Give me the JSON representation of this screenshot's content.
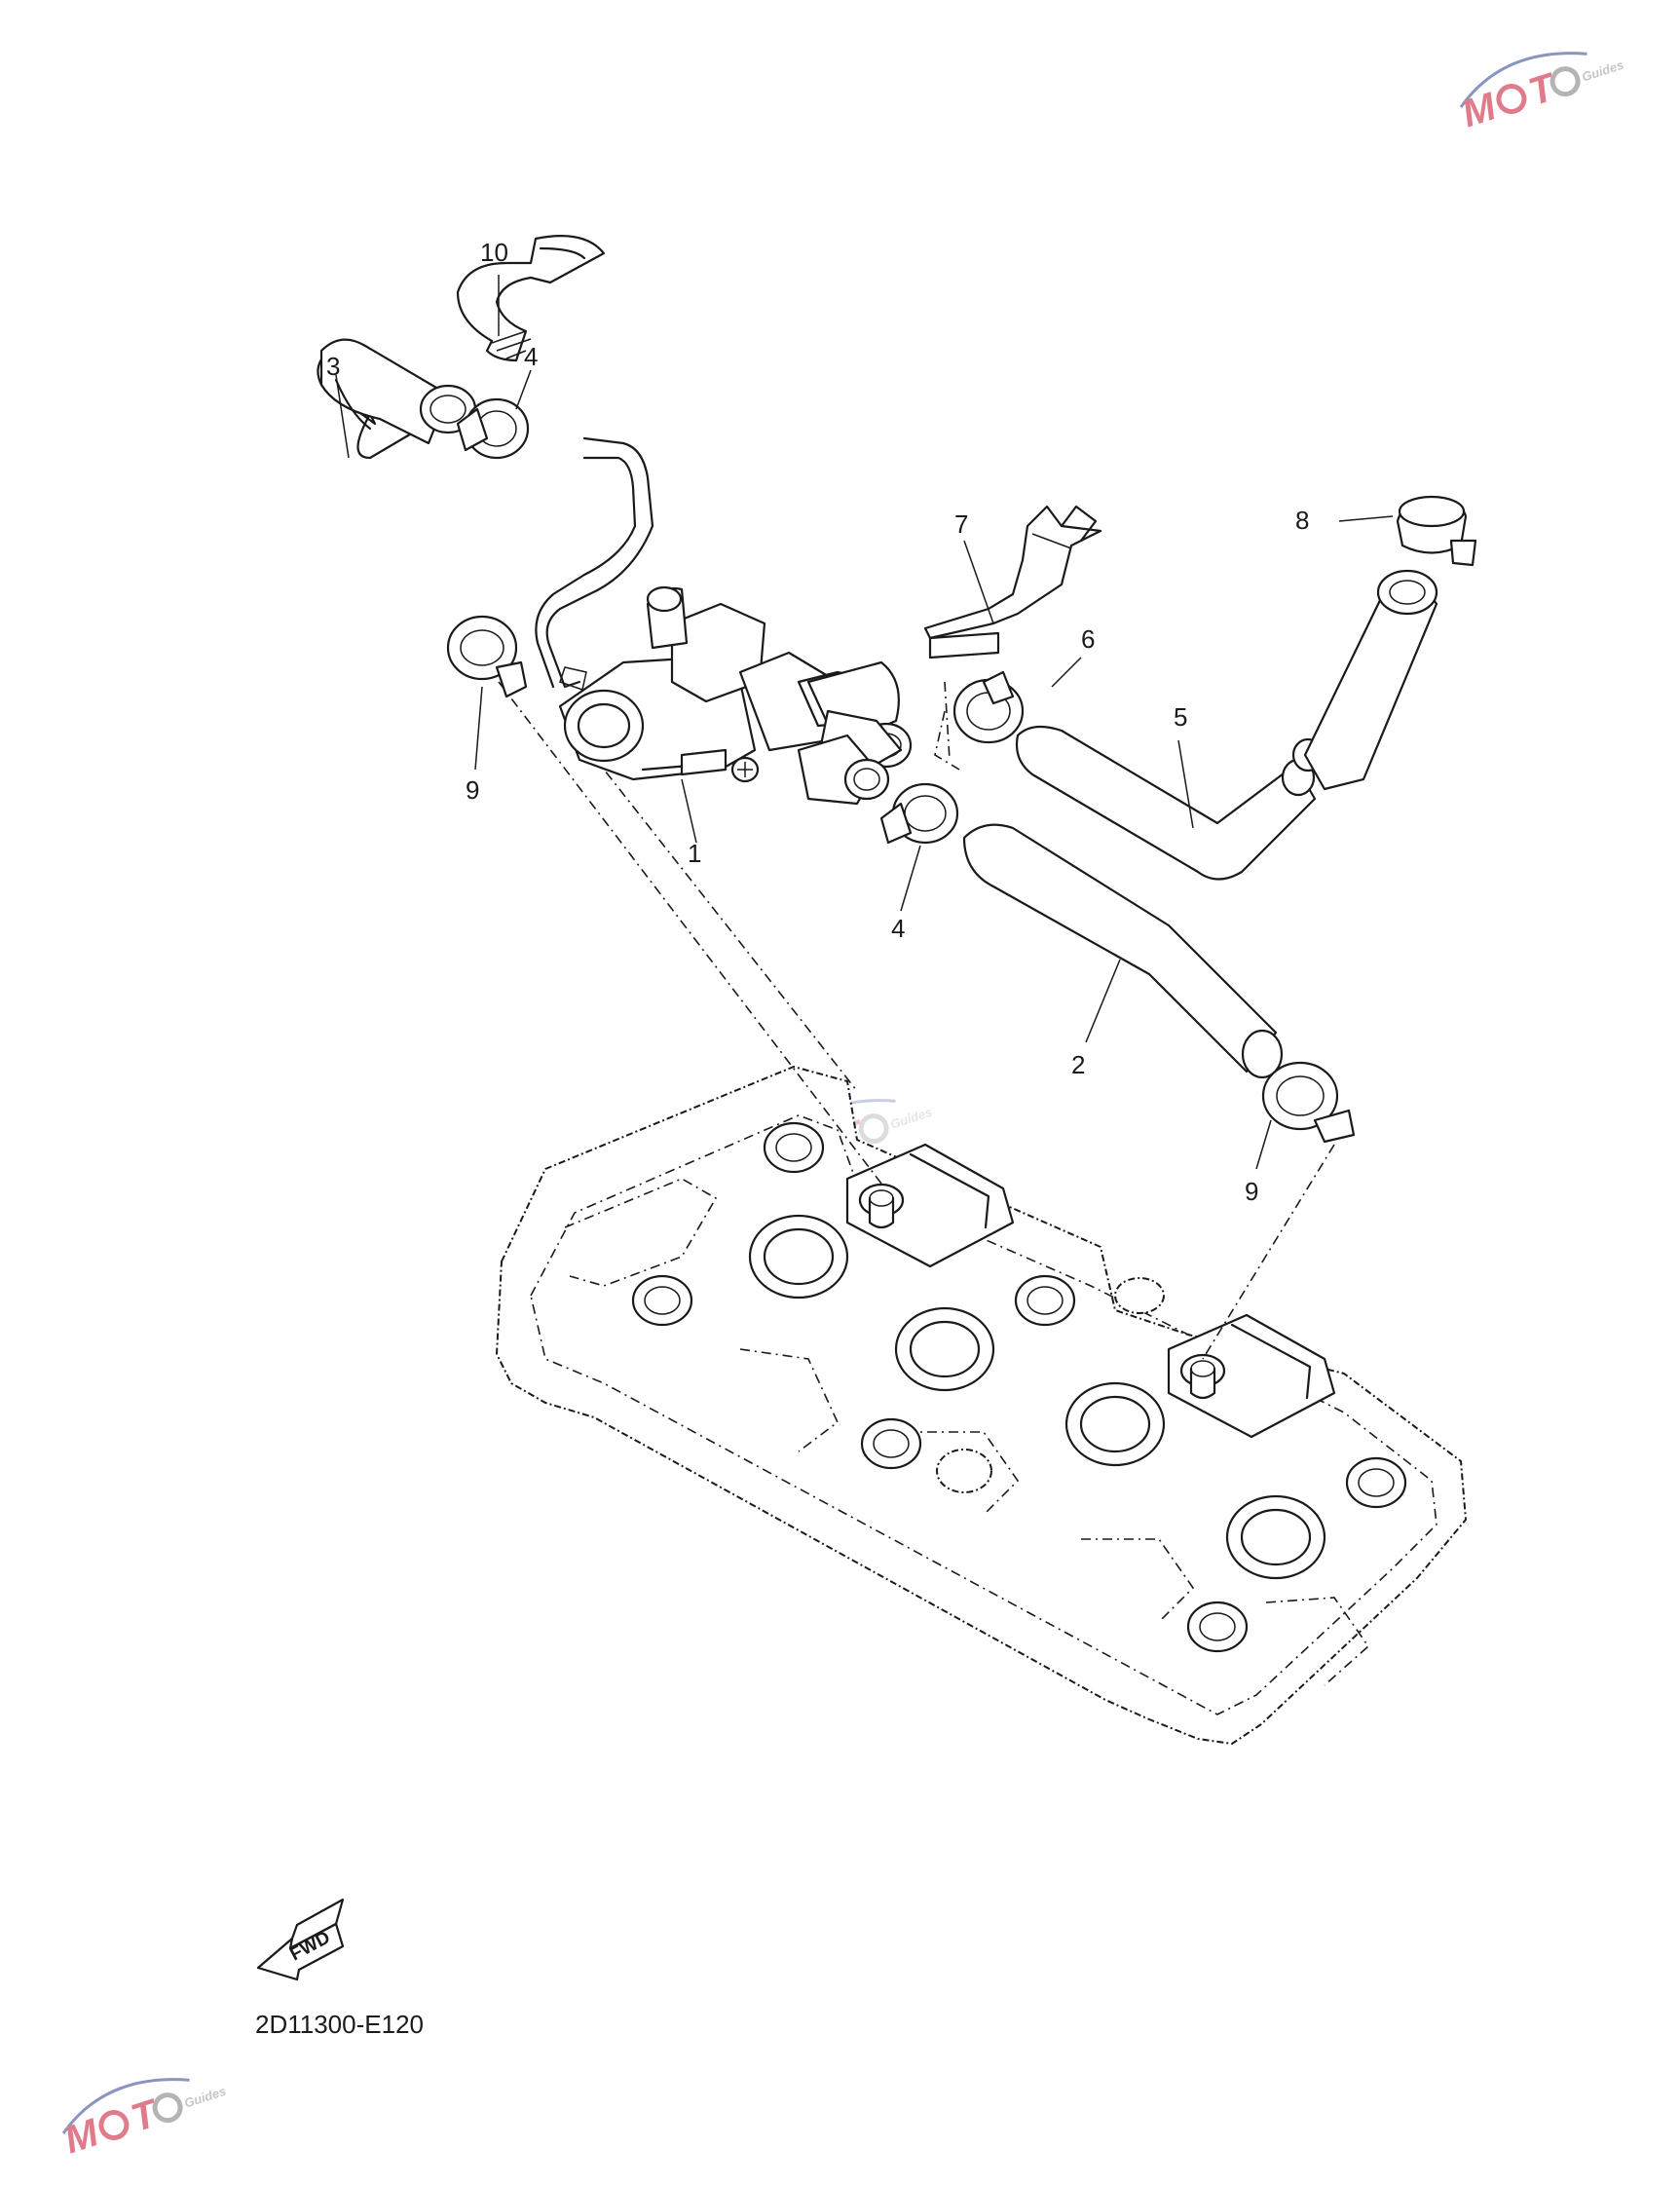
{
  "diagram": {
    "callouts": [
      "10",
      "3",
      "4",
      "7",
      "8",
      "6",
      "5",
      "9",
      "1",
      "4",
      "2",
      "9"
    ],
    "part_code": "2D11300-E120",
    "fwd_label": "FWD"
  },
  "watermark": {
    "brand": "MOTO",
    "sub": "Guides",
    "color": "#c8102e",
    "accent": "#2a3d8f"
  }
}
